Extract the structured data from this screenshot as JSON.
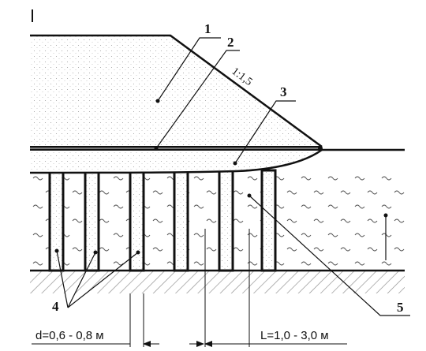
{
  "labels": {
    "n1": "1",
    "n2": "2",
    "n3": "3",
    "n4": "4",
    "n5": "5",
    "slope": "1:1,5"
  },
  "dimensions": {
    "d": "d=0,6 - 0,8 м",
    "L": "L=1,0 - 3,0 м"
  }
}
